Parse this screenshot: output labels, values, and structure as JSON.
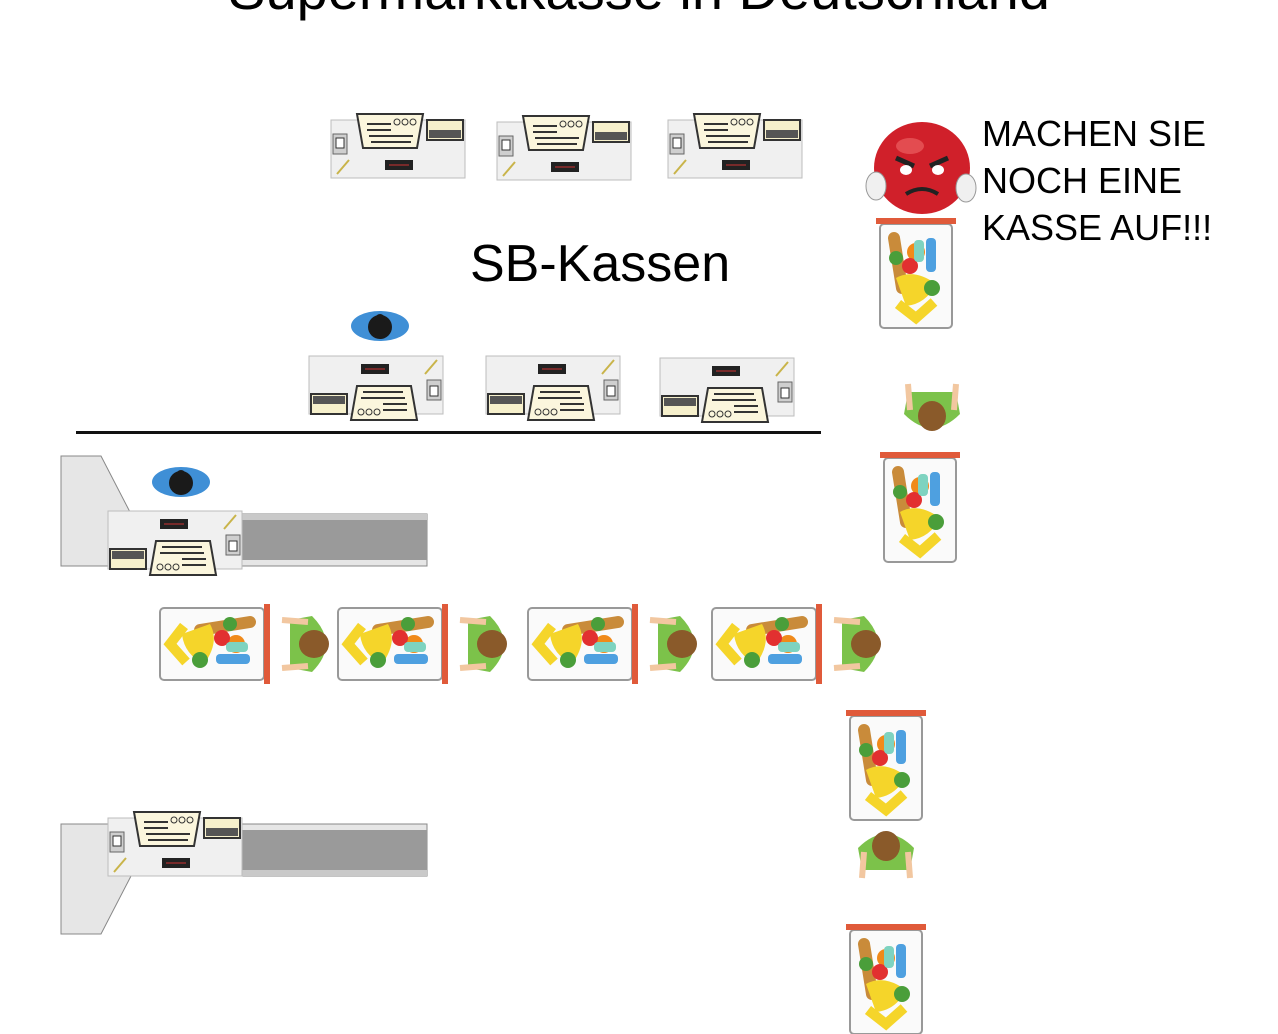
{
  "title": "Supermarktkasse in Deutschland",
  "sb_label": "SB-Kassen",
  "speech": "MACHEN SIE\nNOCH EINE\nKASSE AUF!!!",
  "colors": {
    "cashier_shirt": "#3f8fd6",
    "customer_shirt": "#7cc24a",
    "cart_frame": "#e05a3a",
    "angry_face": "#d0202a",
    "counter": "#e9e9e9",
    "belt": "#9a9a9a"
  },
  "icons": [
    "register-icon",
    "cashier-icon",
    "customer-cart-icon",
    "angry-face-icon"
  ]
}
